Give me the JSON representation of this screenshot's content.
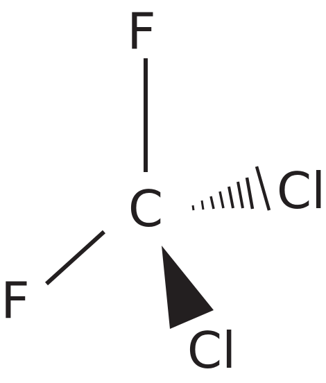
{
  "molecule": {
    "atoms": {
      "central": "C",
      "top": "F",
      "left": "F",
      "right": "Cl",
      "bottom": "Cl"
    },
    "colors": {
      "ink": "#231f20",
      "background": "#ffffff"
    }
  }
}
